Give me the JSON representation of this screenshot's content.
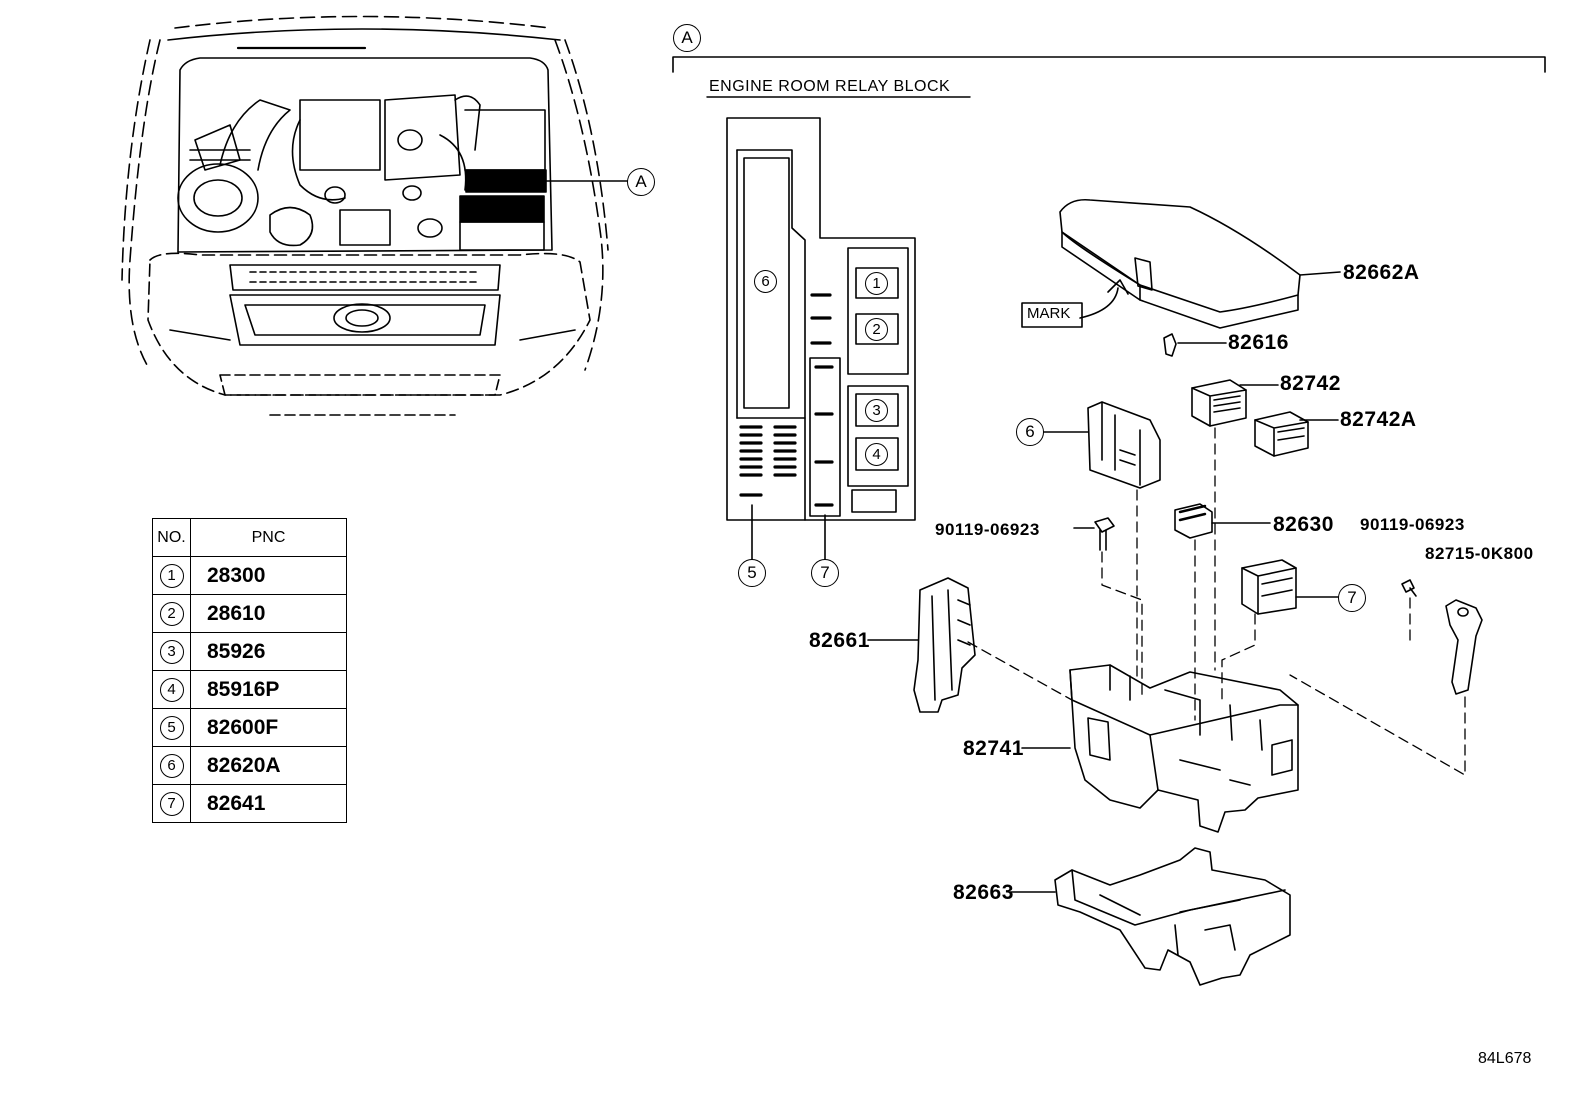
{
  "section_marker": "A",
  "block_title": "ENGINE ROOM RELAY BLOCK",
  "mark_label": "MARK",
  "parts": {
    "p82662A": "82662A",
    "p82616": "82616",
    "p82742": "82742",
    "p82742A": "82742A",
    "p82630": "82630",
    "p90119a": "90119-06923",
    "p90119b": "90119-06923",
    "p82715": "82715-0K800",
    "p82661": "82661",
    "p82741": "82741",
    "p82663": "82663"
  },
  "callouts": {
    "c6": "6",
    "c7": "7",
    "layout_c1": "1",
    "layout_c2": "2",
    "layout_c3": "3",
    "layout_c4": "4",
    "layout_c5": "5",
    "layout_c6": "6",
    "layout_c7": "7",
    "engine_A": "A"
  },
  "table": {
    "headers": {
      "no": "NO.",
      "pnc": "PNC"
    },
    "rows": [
      {
        "no": "1",
        "pnc": "28300"
      },
      {
        "no": "2",
        "pnc": "28610"
      },
      {
        "no": "3",
        "pnc": "85926"
      },
      {
        "no": "4",
        "pnc": "85916P"
      },
      {
        "no": "5",
        "pnc": "82600F"
      },
      {
        "no": "6",
        "pnc": "82620A"
      },
      {
        "no": "7",
        "pnc": "82641"
      }
    ]
  },
  "diagram_id": "84L678"
}
